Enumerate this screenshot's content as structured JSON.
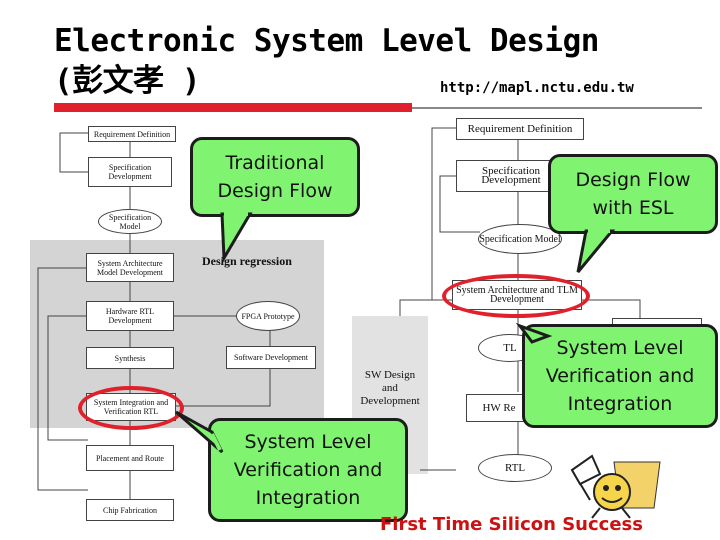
{
  "header": {
    "title_line1": "Electronic System Level Design",
    "title_line2": "(彭文孝 )",
    "url": "http://mapl.nctu.edu.tw"
  },
  "colors": {
    "accent_red": "#e0202a",
    "callout_green": "#80f470",
    "footer_red": "#cc1111"
  },
  "left_flow": {
    "boxes": {
      "requirement": "Requirement Definition",
      "specification": "Specification Development",
      "spec_model": "Specification Model",
      "sys_arch": "System Architecture Model Development",
      "hw_rtl": "Hardware RTL Development",
      "fpga": "FPGA Prototype",
      "synthesis": "Synthesis",
      "sw_dev": "Software Development",
      "sys_integration": "System Integration and Verification RTL",
      "place_route": "Placement and Route",
      "chip_fab": "Chip Fabrication"
    },
    "design_regression": "Design regression"
  },
  "right_flow": {
    "boxes": {
      "requirement": "Requirement Definition",
      "specification": "Specification Development",
      "spec_model": "Specification Model",
      "sys_arch_tlm": "System Architecture and TLM Development",
      "tlm": "TL",
      "sw": "SW Design and Development",
      "hw_rtl": "HW Re",
      "rtl": "RTL"
    }
  },
  "callouts": {
    "traditional": "Traditional Design Flow",
    "esl": "Design Flow with ESL",
    "svi_right": "System Level Verification and Integration",
    "svi_left": "System Level Verification and Integration"
  },
  "footer": "First Time Silicon Success"
}
